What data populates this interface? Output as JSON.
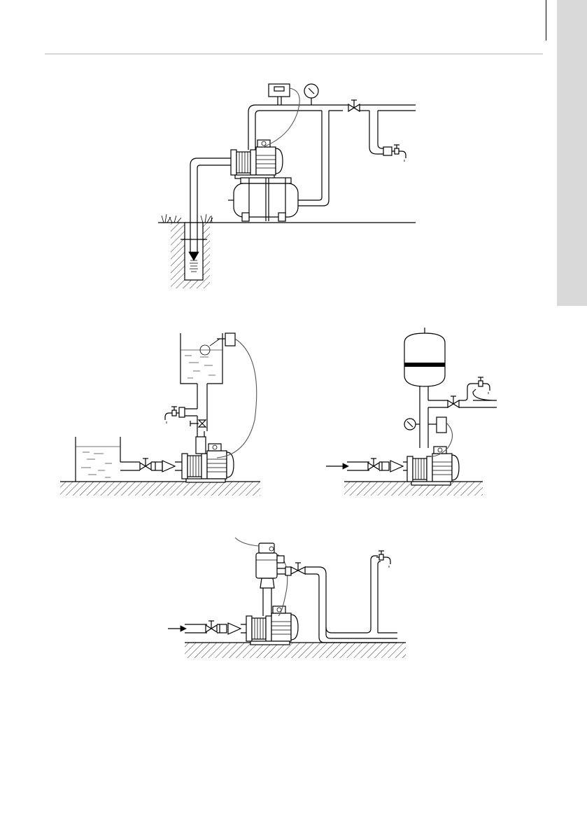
{
  "page": {
    "background": "#ffffff"
  },
  "colors": {
    "line": "#000000",
    "tab": "#d9d9d9",
    "rule": "#d6d6d6"
  },
  "figures": [
    {
      "id": "well-installation"
    },
    {
      "id": "tank-installation"
    },
    {
      "id": "mains-booster-installation"
    },
    {
      "id": "pressure-controller-installation"
    }
  ]
}
